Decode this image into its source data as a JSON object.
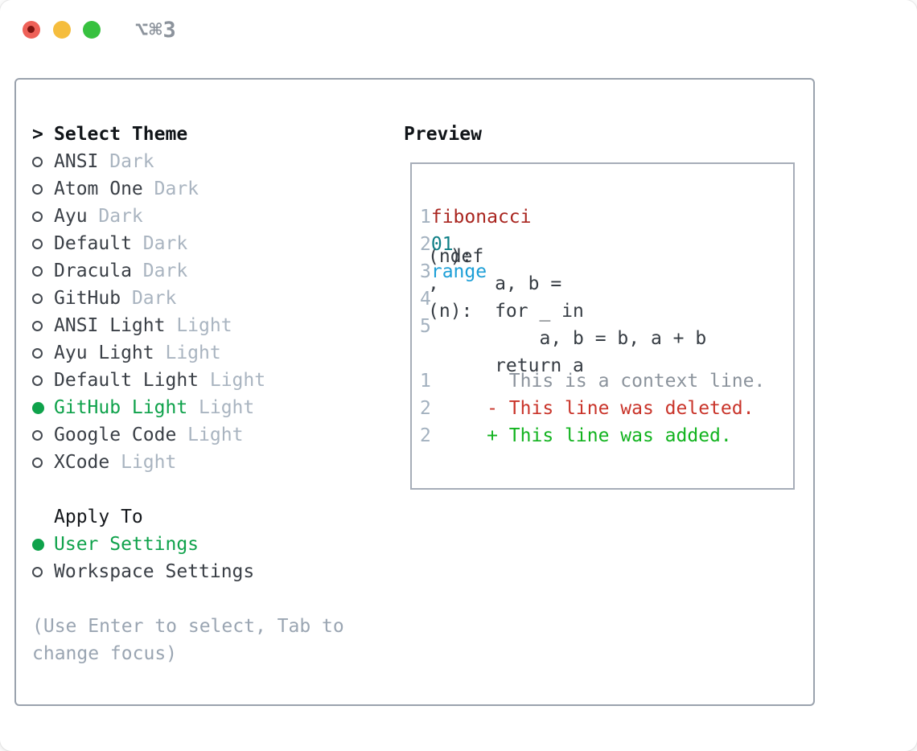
{
  "titlebar": {
    "shortcut": "⌥⌘3"
  },
  "theme_picker": {
    "prompt": ">",
    "title": "Select Theme",
    "items": [
      {
        "name": "ANSI",
        "variant": "Dark",
        "selected": false
      },
      {
        "name": "Atom One",
        "variant": "Dark",
        "selected": false
      },
      {
        "name": "Ayu",
        "variant": "Dark",
        "selected": false
      },
      {
        "name": "Default",
        "variant": "Dark",
        "selected": false
      },
      {
        "name": "Dracula",
        "variant": "Dark",
        "selected": false
      },
      {
        "name": "GitHub",
        "variant": "Dark",
        "selected": false
      },
      {
        "name": "ANSI Light",
        "variant": "Light",
        "selected": false
      },
      {
        "name": "Ayu Light",
        "variant": "Light",
        "selected": false
      },
      {
        "name": "Default Light",
        "variant": "Light",
        "selected": false
      },
      {
        "name": "GitHub Light",
        "variant": "Light",
        "selected": true
      },
      {
        "name": "Google Code",
        "variant": "Light",
        "selected": false
      },
      {
        "name": "XCode",
        "variant": "Light",
        "selected": false
      }
    ]
  },
  "apply_to": {
    "title": "Apply To",
    "options": [
      {
        "label": "User Settings",
        "selected": true
      },
      {
        "label": "Workspace Settings",
        "selected": false
      }
    ]
  },
  "hint_lines": [
    "(Use Enter to select, Tab to",
    "change focus)"
  ],
  "preview": {
    "title": "Preview",
    "code_lines": [
      {
        "num": "1",
        "tokens": [
          [
            "  def ",
            "code"
          ],
          [
            "fibonacci",
            "func"
          ],
          [
            "(n):",
            "code"
          ]
        ]
      },
      {
        "num": "2",
        "tokens": [
          [
            "      a, b = ",
            "code"
          ],
          [
            "0",
            "number"
          ],
          [
            ", ",
            "code"
          ],
          [
            "1",
            "number"
          ]
        ]
      },
      {
        "num": "3",
        "tokens": [
          [
            "      for _ in ",
            "code"
          ],
          [
            "range",
            "builtin"
          ],
          [
            "(n):",
            "code"
          ]
        ]
      },
      {
        "num": "4",
        "tokens": [
          [
            "          a, b = b, a + b",
            "code"
          ]
        ]
      },
      {
        "num": "5",
        "tokens": [
          [
            "      return a",
            "code"
          ]
        ]
      },
      {
        "num": "",
        "tokens": []
      },
      {
        "num": "1",
        "tokens": [
          [
            "       This is a context line.",
            "context"
          ]
        ]
      },
      {
        "num": "2",
        "tokens": [
          [
            "     - This line was deleted.",
            "deleted"
          ]
        ]
      },
      {
        "num": "2",
        "tokens": [
          [
            "     + This line was added.",
            "added"
          ]
        ]
      }
    ]
  },
  "colors": {
    "accent_green": "#0fa24b",
    "added_green": "#12b31f",
    "deleted_red": "#c9342a",
    "function_red": "#a9251f",
    "number_teal": "#0e7f86",
    "builtin_blue": "#1d9fd7",
    "context_gray": "#8b939c",
    "line_number_gray": "#a3b1bf",
    "variant_gray": "#a9b4c0",
    "hint_gray": "#9aa5b2",
    "border_gray": "#9aa2ad",
    "traffic_red": "#ee6158",
    "traffic_yellow": "#f5bd3d",
    "traffic_green": "#37c13f"
  }
}
